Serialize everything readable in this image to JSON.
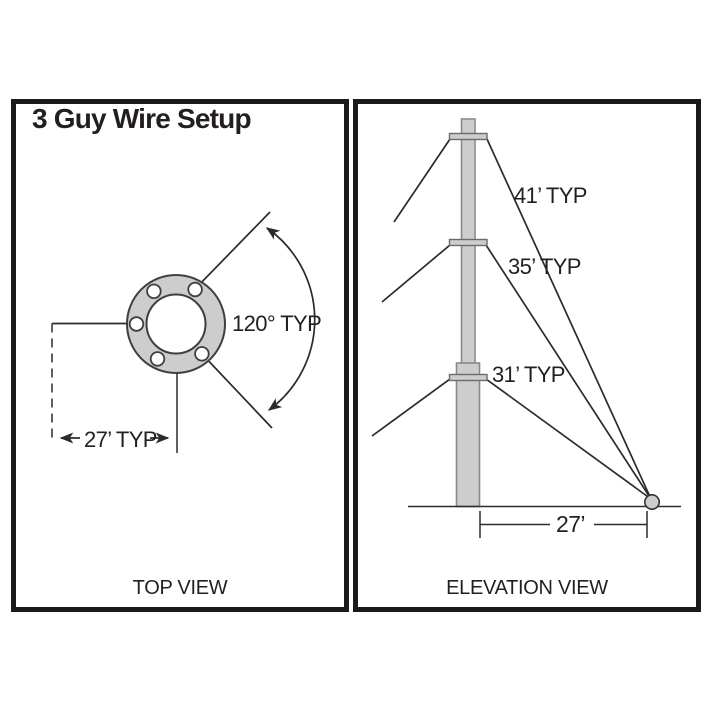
{
  "title": "3 Guy Wire Setup",
  "panels": {
    "top_view": {
      "view_label": "TOP VIEW",
      "angle_label": "120° TYP",
      "anchor_spacing_label": "27’ TYP"
    },
    "elevation_view": {
      "view_label": "ELEVATION VIEW",
      "guy_wire_labels": [
        "41’ TYP",
        "35’ TYP",
        "31’ TYP"
      ],
      "anchor_distance_label": "27’"
    }
  },
  "colors": {
    "panel_border": "#1a1a1a",
    "line": "#2b2b2b",
    "component_fill": "#cdcdcd",
    "component_stroke": "#8a8a8a",
    "text": "#231f20",
    "background": "#ffffff"
  }
}
